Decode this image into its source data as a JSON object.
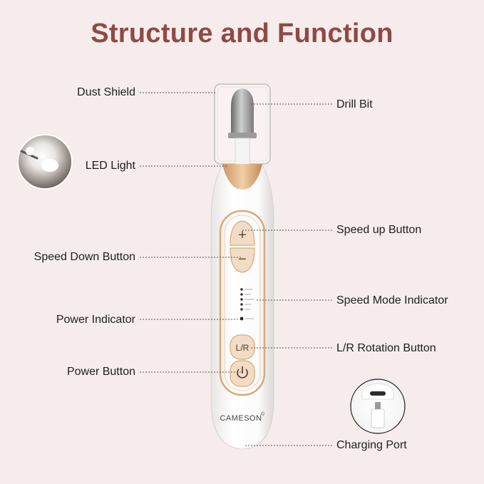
{
  "title": "Structure and Function",
  "brand": "CAMESON",
  "brand_mark": "©",
  "labels": {
    "dust_shield": "Dust Shield",
    "drill_bit": "Drill Bit",
    "led_light": "LED Light",
    "speed_up": "Speed up Button",
    "speed_down": "Speed Down Button",
    "speed_mode": "Speed Mode Indicator",
    "power_indicator": "Power Indicator",
    "lr_rotation": "L/R Rotation Button",
    "power_button": "Power Button",
    "charging_port": "Charging Port"
  },
  "buttons": {
    "plus": "+",
    "minus": "−",
    "lr": "L/R"
  },
  "colors": {
    "title": "#8f4a45",
    "accent_gold": "#d9a978",
    "background": "#f7ecec"
  }
}
